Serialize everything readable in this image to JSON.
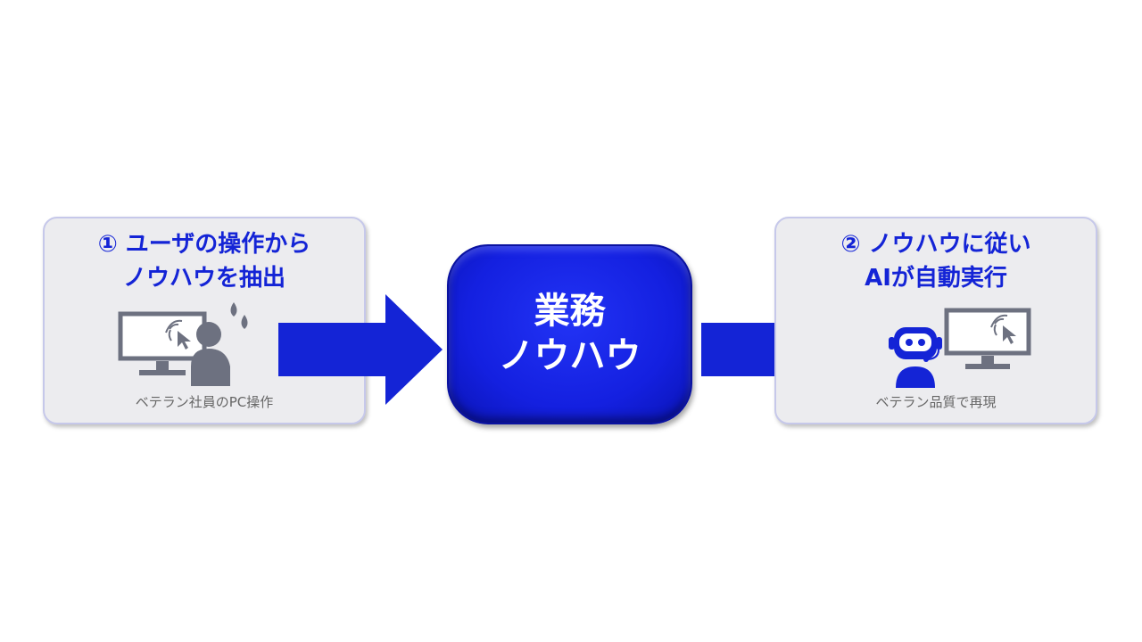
{
  "left_panel": {
    "title_line1": "① ユーザの操作から",
    "title_line2": "ノウハウを抽出",
    "caption": "ベテラン社員のPC操作"
  },
  "center": {
    "line1": "業務",
    "line2": "ノウハウ"
  },
  "right_panel": {
    "title_line1": "② ノウハウに従い",
    "title_line2": "AIが自動実行",
    "caption": "ベテラン品質で再現"
  },
  "colors": {
    "accent_blue": "#1424d6",
    "panel_bg": "#ececef",
    "icon_gray": "#6d7180"
  },
  "icons": [
    "monitor-icon",
    "cursor-click-icon",
    "worried-person-icon",
    "robot-icon"
  ]
}
